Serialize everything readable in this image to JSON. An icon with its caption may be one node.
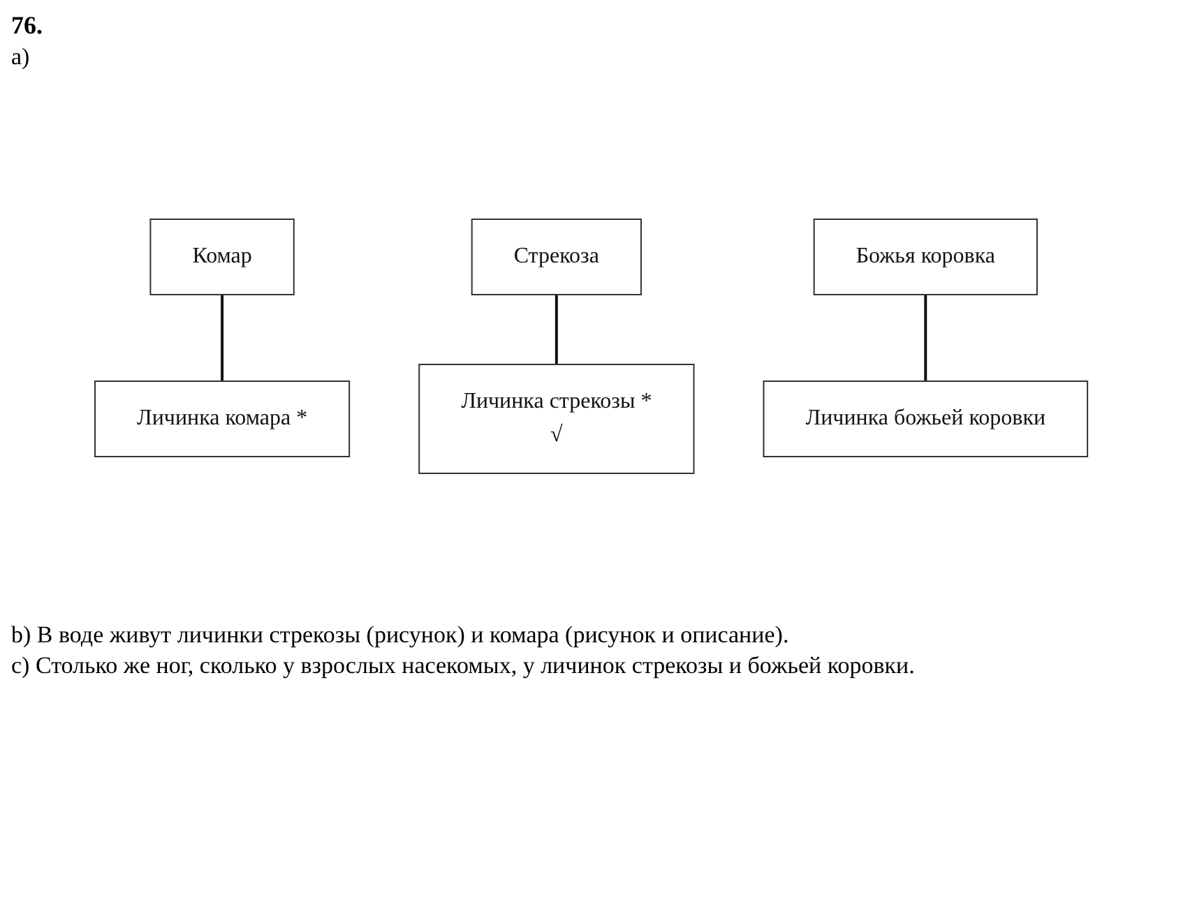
{
  "diagram": {
    "title": "76.",
    "nodes": [
      {
        "text": [
          "Комар"
        ]
      },
      {
        "text": [
          "Стрекоза"
        ]
      },
      {
        "text": [
          "Божья коровка"
        ]
      },
      {
        "text": [
          "Личинка комара *"
        ]
      },
      {
        "text": [
          "Личинка стрекозы *",
          "√"
        ]
      },
      {
        "text": [
          "Личинка божьей коровки"
        ]
      }
    ],
    "edges": [
      {
        "from": 0,
        "to": 3,
        "arrow": "none"
      },
      {
        "from": 1,
        "to": 4,
        "arrow": "none"
      },
      {
        "from": 2,
        "to": 5,
        "arrow": "none"
      }
    ],
    "labels": [
      "a)",
      "b) В воде живут личинки стрекозы (рисунок) и комара (рисунок и описание).",
      "c) Столько же ног, сколько у взрослых насекомых, у личинок стрекозы и божьей коровки."
    ]
  }
}
